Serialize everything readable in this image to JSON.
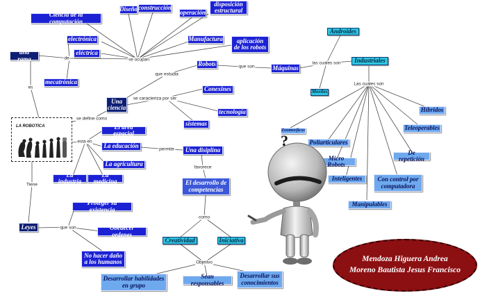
{
  "nodes": {
    "ciencia": "Ciencia de la computación",
    "diseno": "Diseño",
    "construccion": "construcción",
    "disposicion": "disposición estructural",
    "operacion": "operación",
    "electronica": "electrónica",
    "electrica": "eléctrica",
    "manufactura": "Manufactura",
    "aplicacion": "aplicación de los robots",
    "una_rama": "una rama",
    "mecatronica": "mecatrónica",
    "androides": "Androides",
    "robots": "Robots",
    "maquinas": "Máquinas",
    "industriales": "Industriales",
    "moviles": "Moviles",
    "conexiones": "Conexines",
    "tecnologia": "tecnología",
    "sistemas": "sistemas",
    "una_ciencia": "Una ciencia",
    "hibridos": "Híbridos",
    "zoomorficos": "Zoomorficos",
    "teleoperables": "Teleoperables",
    "el_area": "El area espacial",
    "poliarticulares": "Poliarticulares",
    "la_educacion": "La educación",
    "una_disciplina": "Una disiplina",
    "de_repeticion": "De repetición",
    "micro_robots": "Micro Robots",
    "la_agricultura": "La agricultura",
    "la_industria": "La industria",
    "la_medicina": "La medicina",
    "inteligentes": "Inteligentes",
    "con_control": "Con control por computadora",
    "el_desarrollo": "El desarrollo de competencias",
    "proteger": "Proteger su existencia",
    "manipulables": "Manipulables",
    "leyes": "Leyes",
    "obedecer": "Obedecer ordenes",
    "creatividad": "Creatividad",
    "iniciativa": "Iniciativa",
    "no_hacer": "No hacer daño a los humanos",
    "desarrollar_hab": "Desarrollar habilidades en grupo",
    "responsables": "Sean responsables",
    "desarrollar_con": "Desarrollar sus conocimientos"
  },
  "links": {
    "se_ocupan": "se ocupan",
    "de": "de",
    "que_estudia": "que estudia",
    "que_son_robots": "que son",
    "las_cuales_son_1": "las cuales son",
    "las_cuales_son_2": "Las cuales son",
    "es": "es",
    "se_caracteriza": "se caracteriza por ser",
    "se_define": "se define como",
    "esta_en": "esta en",
    "permite": "permite",
    "favorece": "favorece",
    "tiene": "Tiene",
    "que_son_leyes": "que son",
    "como": "como",
    "objetivo": "Objetivo"
  },
  "image": {
    "caption": "LA ROBOTICA",
    "question_mark": "?"
  },
  "authors": {
    "line1": "Mendoza Higuera Andrea",
    "line2": "Moreno Bautista Jesus Francisco"
  },
  "colors": {
    "blue": "#1c22d4",
    "navy": "#0e1f73",
    "light_blue": "#6ea9ee",
    "cyan": "#2fc6df",
    "author_ellipse": "#8c0f12",
    "connector": "#4a4a4a"
  }
}
